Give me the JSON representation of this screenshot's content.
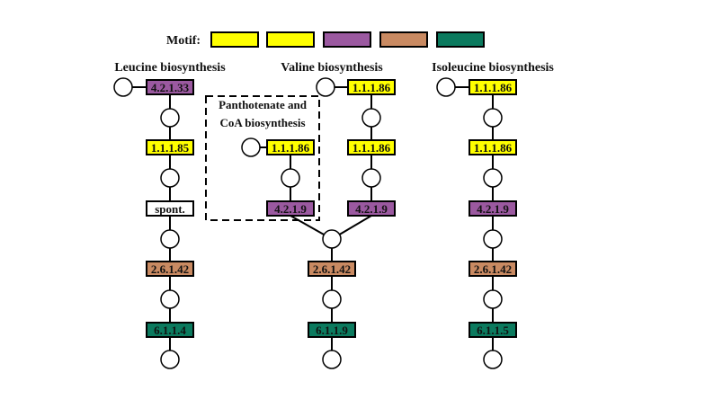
{
  "legend": {
    "label": "Motif:",
    "swatches": [
      {
        "name": "motif-yellow-1",
        "color": "#FFFF00"
      },
      {
        "name": "motif-yellow-2",
        "color": "#FFFF00"
      },
      {
        "name": "motif-purple",
        "color": "#9B59A0"
      },
      {
        "name": "motif-tan",
        "color": "#C98A62"
      },
      {
        "name": "motif-green",
        "color": "#0B7A5E"
      }
    ]
  },
  "colors": {
    "yellow": "#FFFF00",
    "purple": "#9B59A0",
    "tan": "#C98A62",
    "green": "#0B7A5E",
    "white": "#FFFFFF"
  },
  "pathways": {
    "leucine": {
      "title": "Leucine biosynthesis",
      "enzymes": [
        {
          "ec": "4.2.1.33",
          "motif": "purple"
        },
        {
          "ec": "1.1.1.85",
          "motif": "yellow"
        },
        {
          "ec": "spont.",
          "motif": "white"
        },
        {
          "ec": "2.6.1.42",
          "motif": "tan"
        },
        {
          "ec": "6.1.1.4",
          "motif": "green"
        }
      ]
    },
    "valine": {
      "title": "Valine biosynthesis",
      "enzymes": [
        {
          "ec": "1.1.1.86",
          "motif": "yellow"
        },
        {
          "ec": "1.1.1.86",
          "motif": "yellow"
        },
        {
          "ec": "4.2.1.9",
          "motif": "purple"
        },
        {
          "ec": "2.6.1.42",
          "motif": "tan"
        },
        {
          "ec": "6.1.1.9",
          "motif": "green"
        }
      ]
    },
    "pantothenate": {
      "title_line1": "Panthotenate and",
      "title_line2": "CoA biosynthesis",
      "enzymes": [
        {
          "ec": "1.1.1.86",
          "motif": "yellow"
        },
        {
          "ec": "4.2.1.9",
          "motif": "purple"
        }
      ]
    },
    "isoleucine": {
      "title": "Isoleucine biosynthesis",
      "enzymes": [
        {
          "ec": "1.1.1.86",
          "motif": "yellow"
        },
        {
          "ec": "1.1.1.86",
          "motif": "yellow"
        },
        {
          "ec": "4.2.1.9",
          "motif": "purple"
        },
        {
          "ec": "2.6.1.42",
          "motif": "tan"
        },
        {
          "ec": "6.1.1.5",
          "motif": "green"
        }
      ]
    }
  }
}
